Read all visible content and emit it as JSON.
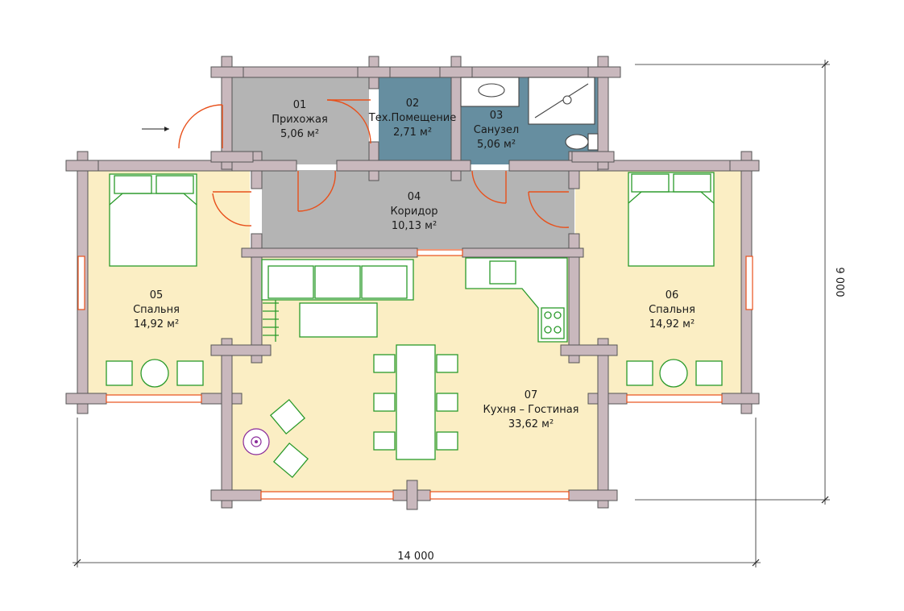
{
  "rooms": [
    {
      "number": "01",
      "name": "Прихожая",
      "area": "5,06 м²",
      "color": "#b4b4b4"
    },
    {
      "number": "02",
      "name": "Тех.Помещение",
      "area": "2,71 м²",
      "color": "#668ea0"
    },
    {
      "number": "03",
      "name": "Санузел",
      "area": "5,06 м²",
      "color": "#668ea0"
    },
    {
      "number": "04",
      "name": "Коридор",
      "area": "10,13 м²",
      "color": "#b4b4b4"
    },
    {
      "number": "05",
      "name": "Спальня",
      "area": "14,92 м²",
      "color": "#fbeec4"
    },
    {
      "number": "06",
      "name": "Спальня",
      "area": "14,92 м²",
      "color": "#fbeec4"
    },
    {
      "number": "07",
      "name": "Кухня – Гостиная",
      "area": "33,62 м²",
      "color": "#fbeec4"
    }
  ],
  "dimensions": {
    "width": "14 000",
    "height": "9 000"
  },
  "colors": {
    "wall": "#c9b8bd",
    "door": "#e8501b",
    "furniture": "#2a9a2a"
  }
}
